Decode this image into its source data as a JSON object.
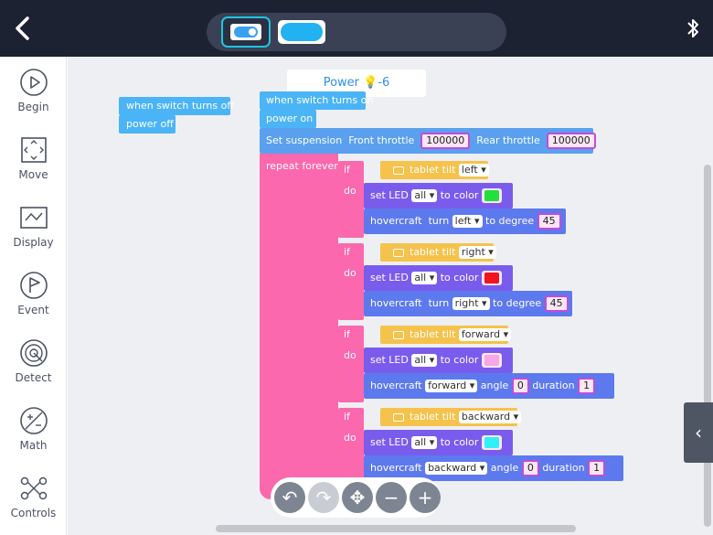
{
  "colors": {
    "topbar": "#1d2232",
    "accent": "#1fc4e4",
    "pink": "#fb68ad",
    "purple": "#7a5cec",
    "blue": "#4ab4f6",
    "yellow": "#f5c24b"
  },
  "sidebar": {
    "items": [
      {
        "label": "Begin",
        "icon": "play-circle-icon"
      },
      {
        "label": "Move",
        "icon": "move-arrows-icon"
      },
      {
        "label": "Display",
        "icon": "display-wave-icon"
      },
      {
        "label": "Event",
        "icon": "flag-icon"
      },
      {
        "label": "Detect",
        "icon": "radar-icon"
      },
      {
        "label": "Math",
        "icon": "math-icon"
      },
      {
        "label": "Controls",
        "icon": "branch-icon"
      }
    ]
  },
  "workspace": {
    "title": "Power",
    "title_suffix": "-6",
    "off_block": {
      "event": "when switch turns off",
      "action": "power off"
    },
    "on_block": {
      "event": "when switch turns on",
      "action": "power on"
    },
    "suspension": {
      "label": "Set suspension",
      "front_label": "Front throttle",
      "front_value": "100000",
      "rear_label": "Rear throttle",
      "rear_value": "100000"
    },
    "repeat_label": "repeat forever",
    "if_label": "if",
    "do_label": "do",
    "tilt_label": "tablet tilt",
    "led_label": "set LED",
    "led_target": "all",
    "to_color_label": "to color",
    "hover_label": "hovercraft",
    "conditions": [
      {
        "tilt": "left",
        "color": "#22e03a",
        "cmd": "turn",
        "dir": "left",
        "mid": "to degree",
        "value": "45"
      },
      {
        "tilt": "right",
        "color": "#f0141e",
        "cmd": "turn",
        "dir": "right",
        "mid": "to degree",
        "value": "45"
      },
      {
        "tilt": "forward",
        "color": "#f7a6e6",
        "dir": "forward",
        "angle_label": "angle",
        "angle": "0",
        "duration_label": "duration",
        "duration": "1"
      },
      {
        "tilt": "backward",
        "color": "#2ff0f5",
        "dir": "backward",
        "angle_label": "angle",
        "angle": "0",
        "duration_label": "duration",
        "duration": "1"
      }
    ]
  },
  "controls": {
    "undo": "undo-icon",
    "redo": "redo-icon",
    "center": "move-center-icon",
    "zoom_out": "zoom-out-icon",
    "zoom_in": "zoom-in-icon"
  }
}
